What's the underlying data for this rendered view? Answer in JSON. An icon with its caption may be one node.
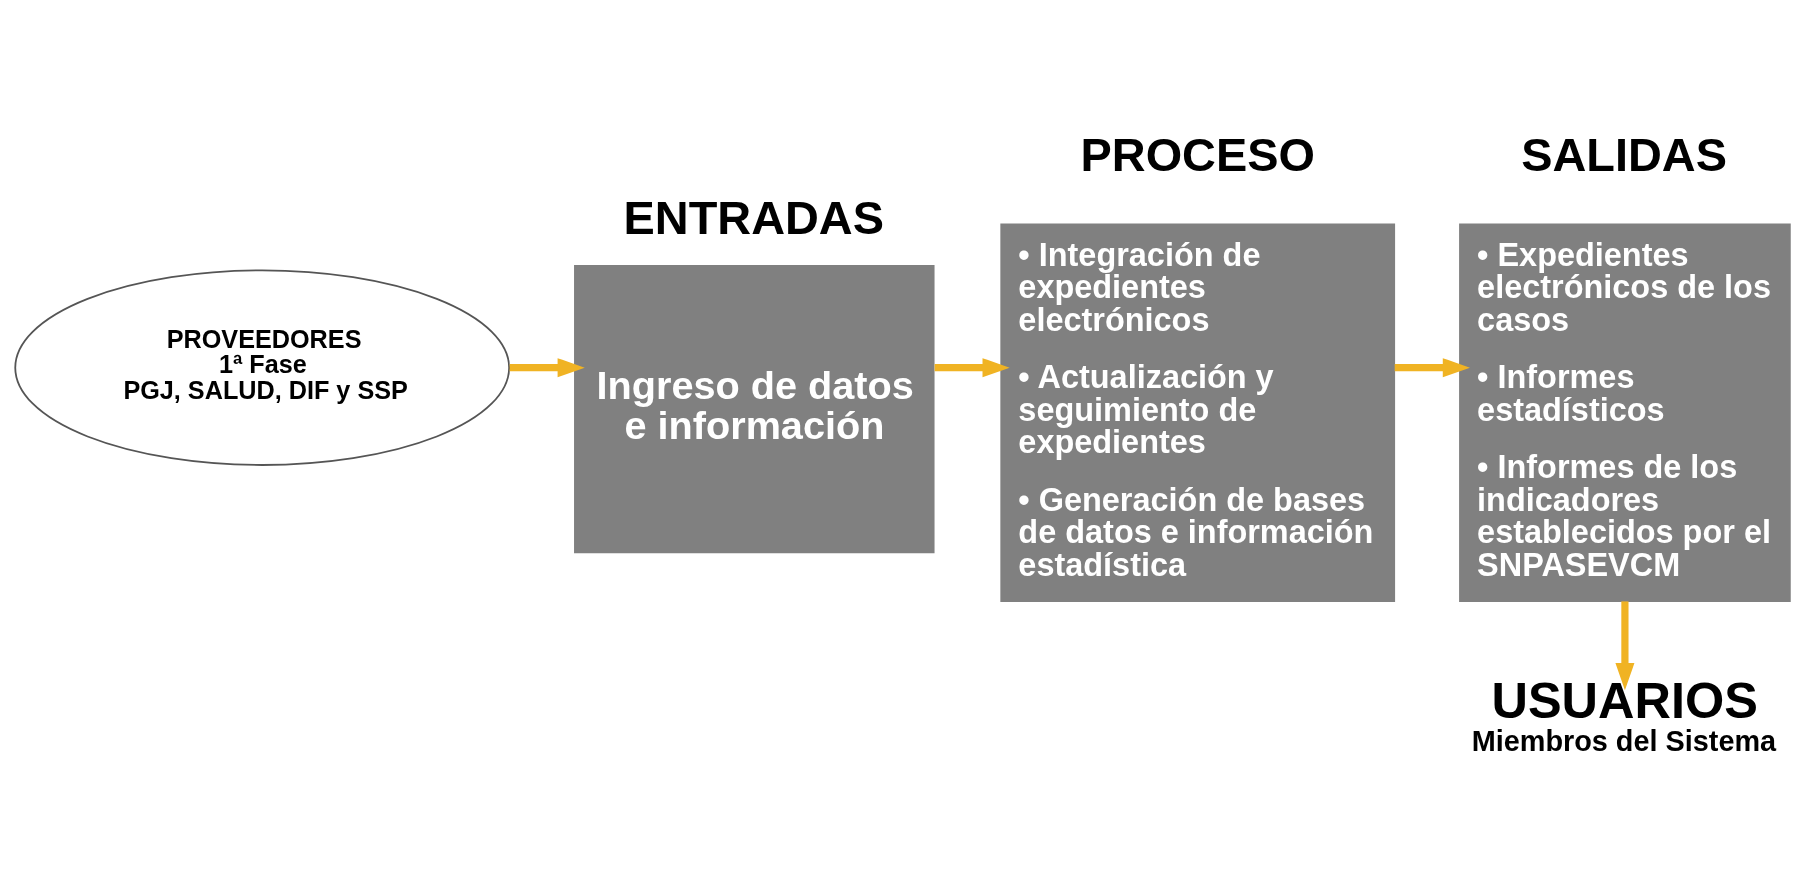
{
  "diagram": {
    "nodes": [
      {
        "text": [
          "PROVEEDORES",
          "1ª Fase",
          "PGJ, SALUD, DIF y SSP"
        ]
      },
      {
        "text": [
          "ENTRADAS",
          "Ingreso de datos e información"
        ]
      },
      {
        "text": [
          "PROCESO",
          "• Integración de expedientes electrónicos",
          "• Actualización y seguimiento de expedientes",
          "• Generación de bases de datos e información estadística"
        ]
      },
      {
        "text": [
          "SALIDAS",
          "• Expedientes electrónicos de los casos",
          "• Informes estadísticos",
          "• Informes de los indicadores establecidos por el SNPASEVCM"
        ]
      },
      {
        "text": [
          "USUARIOS",
          "Miembros del Sistema"
        ]
      }
    ],
    "edges": [
      {
        "from": 0,
        "to": 1,
        "arrow": "to"
      },
      {
        "from": 1,
        "to": 2,
        "arrow": "to"
      },
      {
        "from": 2,
        "to": 3,
        "arrow": "to"
      },
      {
        "from": 3,
        "to": 4,
        "arrow": "to"
      }
    ]
  }
}
